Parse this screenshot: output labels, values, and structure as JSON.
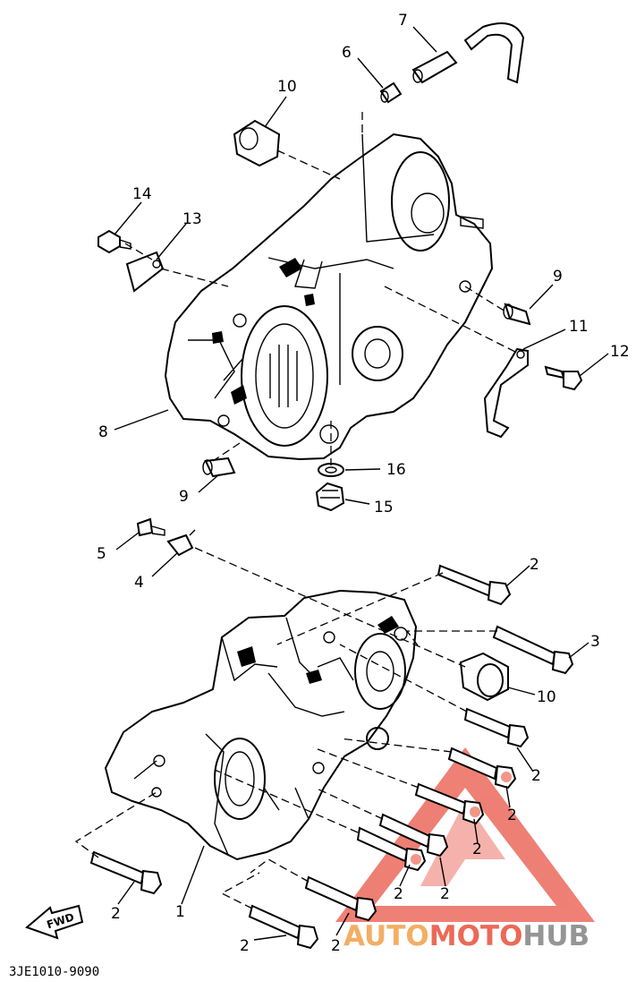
{
  "diagram": {
    "part_numbers": {
      "p1": "1",
      "p2a": "2",
      "p2b": "2",
      "p2c": "2",
      "p2d": "2",
      "p2e": "2",
      "p2f": "2",
      "p2g": "2",
      "p2h": "2",
      "p2i": "2",
      "p3": "3",
      "p4": "4",
      "p5": "5",
      "p6": "6",
      "p7": "7",
      "p8": "8",
      "p9a": "9",
      "p9b": "9",
      "p10a": "10",
      "p10b": "10",
      "p11": "11",
      "p12": "12",
      "p13": "13",
      "p14": "14",
      "p15": "15",
      "p16": "16"
    },
    "fwd_label": "FWD",
    "drawing_code": "3JE1010-9090"
  },
  "watermark": {
    "word_a": "AUTO",
    "word_b": "MOTO",
    "word_c": "HUB",
    "colors": {
      "auto": "#f2a04a",
      "moto": "#e8503a",
      "hub": "#8a8a8a",
      "triangle": "#e84a3a"
    }
  }
}
